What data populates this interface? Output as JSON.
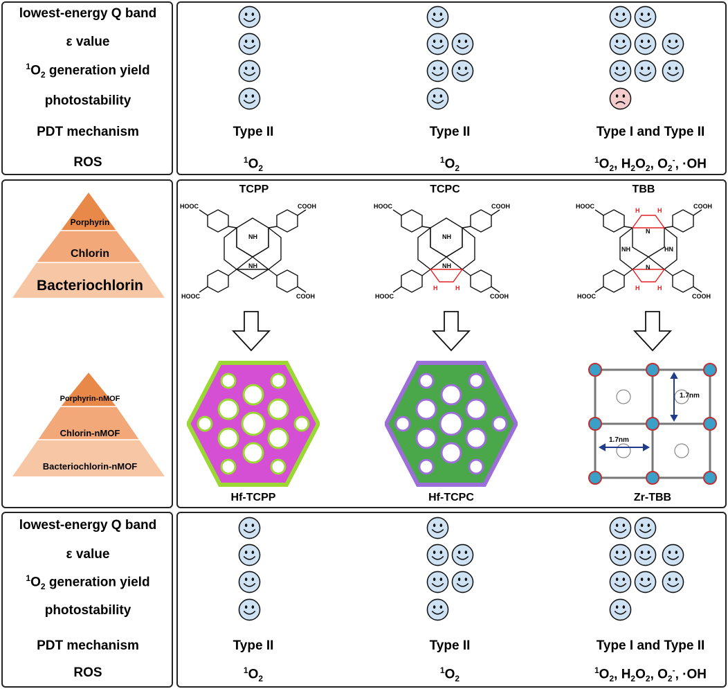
{
  "top_panel": {
    "row_labels": [
      "lowest-energy Q band",
      "ε value",
      "generation yield",
      "photostability",
      "PDT mechanism",
      "ROS"
    ],
    "o2_label_prefix": "O",
    "columns": [
      {
        "mechanism": "Type II",
        "ros": "O"
      },
      {
        "mechanism": "Type II",
        "ros": "O"
      },
      {
        "mechanism": "Type I and Type II",
        "ros": "O"
      }
    ]
  },
  "middle_panel": {
    "molecules": [
      "TCPP",
      "TCPC",
      "TBB"
    ],
    "frameworks": [
      "Hf-TCPP",
      "Hf-TCPC",
      "Zr-TBB"
    ],
    "distance_label_1": "1.7nm",
    "distance_label_2": "1.7nm",
    "pyramid_1": [
      "Porphyrin",
      "Chlorin",
      "Bacteriochlorin"
    ],
    "pyramid_2": [
      "Porphyrin-nMOF",
      "Chlorin-nMOF",
      "Bacteriochlorin-nMOF"
    ],
    "cooh": "COOH",
    "hooc": "HOOC",
    "nh": "NH",
    "hn": "HN",
    "n": "N",
    "h": "H"
  },
  "bottom_panel": {
    "row_labels": [
      "lowest-energy Q band",
      "ε value",
      "generation yield",
      "photostability",
      "PDT mechanism",
      "ROS"
    ],
    "columns": [
      {
        "mechanism": "Type II",
        "ros": "O"
      },
      {
        "mechanism": "Type II",
        "ros": "O"
      },
      {
        "mechanism": "Type I and Type II",
        "ros": "O"
      }
    ]
  },
  "ros_extra": {
    "comma_h": ", H",
    "o_part": "O",
    "comma_o": ", O",
    "oh": ", ·OH",
    "sup1": "1",
    "sub2": "2",
    "minus": "-"
  },
  "colors": {
    "smiley_happy": "#cfe2f3",
    "smiley_sad": "#f4cccc",
    "pyr_top": "#e8894a",
    "pyr_mid": "#f2a878",
    "pyr_bot": "#f7c6a4"
  },
  "ratings_top": {
    "q_band": [
      1,
      1,
      2
    ],
    "epsilon": [
      1,
      2,
      3
    ],
    "yield": [
      1,
      2,
      3
    ],
    "photostability": [
      1,
      1,
      -1
    ]
  },
  "ratings_bottom": {
    "q_band": [
      1,
      1,
      2
    ],
    "epsilon": [
      1,
      2,
      3
    ],
    "yield": [
      1,
      2,
      3
    ],
    "photostability": [
      1,
      1,
      1
    ]
  }
}
